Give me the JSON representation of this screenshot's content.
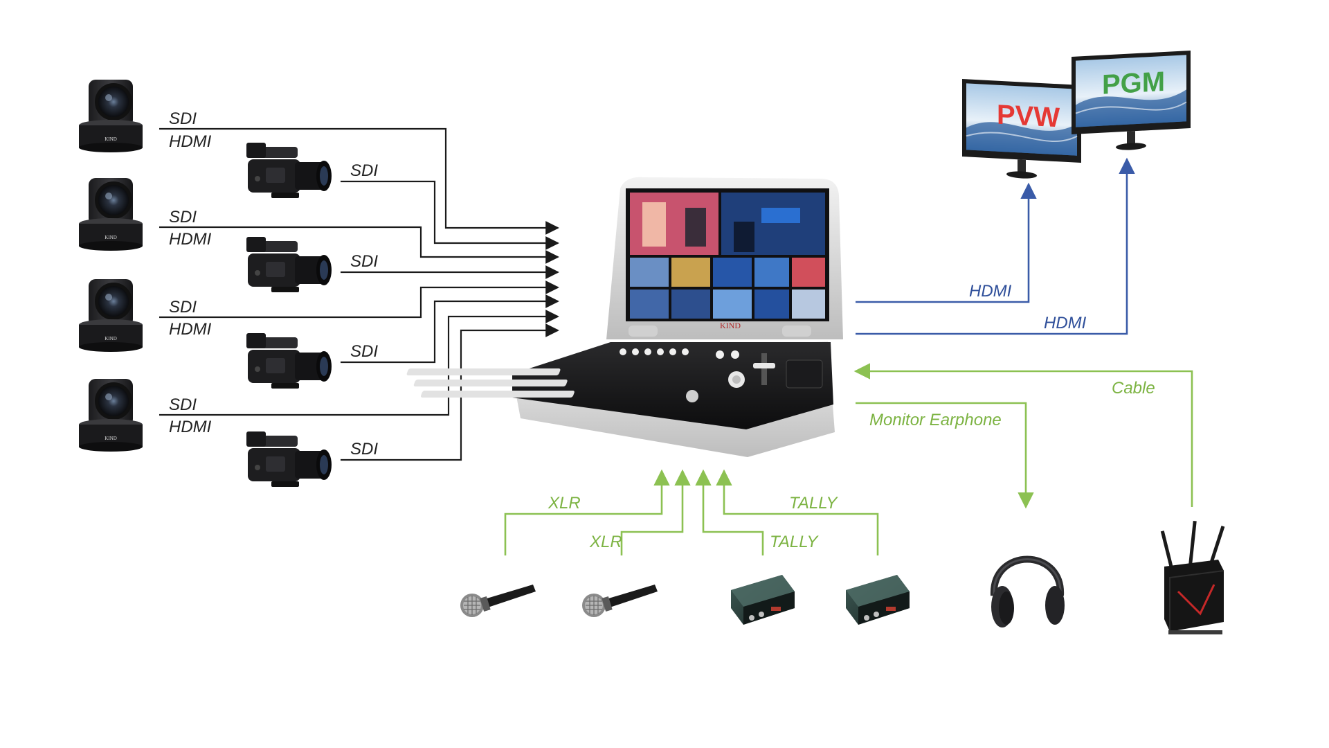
{
  "labels": {
    "sdi": "SDI",
    "hdmi": "HDMI",
    "xlr": "XLR",
    "tally": "TALLY",
    "cable": "Cable",
    "monitor_earphone": "Monitor Earphone"
  },
  "monitors": {
    "preview": "PVW",
    "program": "PGM"
  },
  "brand": "KIND",
  "colors": {
    "video_wire": "#1a1a1a",
    "hdmi_out_wire": "#3a5ba8",
    "audio_wire": "#8cc152",
    "pvw_text": "#e53935",
    "pgm_text": "#43a047"
  },
  "icons": [
    "ptz-camera-icon",
    "camcorder-icon",
    "portable-switcher-icon",
    "monitor-icon",
    "microphone-icon",
    "tally-box-icon",
    "headphones-icon",
    "wifi-router-icon"
  ]
}
